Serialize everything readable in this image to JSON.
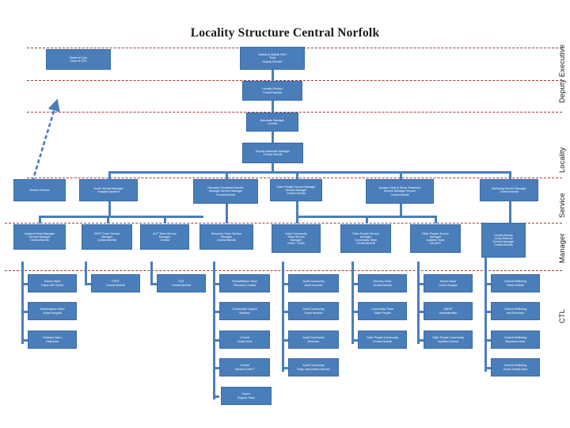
{
  "title": "Locality Structure Central Norfolk",
  "colors": {
    "box_fill": "#4a7ebb",
    "box_border": "#3a6ba5",
    "box_text": "#ffffff",
    "divider": "#a33c3c",
    "connector": "#4a7ebb",
    "title_text": "#1a1a1a",
    "background": "#ffffff"
  },
  "row_labels": [
    {
      "id": "deputy-executive",
      "label": "Deputy Executive"
    },
    {
      "id": "locality",
      "label": "Locality"
    },
    {
      "id": "service",
      "label": "Service"
    },
    {
      "id": "manager",
      "label": "Manager"
    },
    {
      "id": "ctl",
      "label": "CTL"
    }
  ],
  "boxes": {
    "model_of_care": {
      "label": "Model of Care\nHead of CDS"
    },
    "norfolk_suffolk": {
      "label": "Norfolk & Suffolk NHS\nTrust\nDeputy Director"
    },
    "locality_director": {
      "label": "Locality Director\nCentral Norfolk"
    },
    "associate_manager": {
      "label": "Associate Manager\nCentral"
    },
    "deputy_associate_manager": {
      "label": "Deputy Associate Manager\nCentral Norfolk"
    },
    "service_director": {
      "label": "Service Director"
    },
    "acute_service_manager": {
      "label": "Acute Service Manager\nHospital Inpatient"
    },
    "recovery_community": {
      "label": "Recovery Treatment Service\nManager Service Manager\nCentral Norfolk"
    },
    "older_people_service": {
      "label": "Older People Service Manager\nService Manager\nCentral Norfolk"
    },
    "access_assessment": {
      "label": "Access Crisis & Home Treatment\nService Manager Service\nCentral Norfolk"
    },
    "wellbeing_service": {
      "label": "Wellbeing Service Manager\nCentral Norfolk"
    },
    "managers": [
      {
        "label": "Inpatient Ward Manager\nService Manager\nCentral Norfolk"
      },
      {
        "label": "CRHT Team Service\nManager\nCentral Norfolk"
      },
      {
        "label": "AOT Team Service\nManager\nCentral"
      },
      {
        "label": "Recovery Team Service\nManager\nCentral Norfolk"
      },
      {
        "label": "Adult Community\nTeam Service\nManager\nNorth / South"
      },
      {
        "label": "Older People Service\nManager\nCommunity Team\nCentral Norfolk"
      },
      {
        "label": "Older People Service\nManager\nInpatient Team\nVACANT"
      },
      {
        "label": "Central Access\nCrisis Referral\nService Manager\nCentral Norfolk"
      }
    ],
    "ctl_columns": [
      {
        "column": 1,
        "items": [
          {
            "label": "Glaven Ward\nCatton Mill Centre"
          },
          {
            "label": "Sandringham Ward\nJulian Hospital"
          },
          {
            "label": "Rollesby Ward\nHellesdon"
          }
        ]
      },
      {
        "column": 2,
        "items": [
          {
            "label": "CRHT\nCentral Norfolk"
          }
        ]
      },
      {
        "column": 3,
        "items": [
          {
            "label": "AOT\nCentral Norfolk"
          }
        ]
      },
      {
        "column": 4,
        "items": [
          {
            "label": "Rehabilitation Team\nRecovery Central"
          },
          {
            "label": "Community Support\nWorkers"
          },
          {
            "label": "Central\nSocial Work"
          },
          {
            "label": "Central\nNorwich CMHT"
          },
          {
            "label": "Carers\nSupport Team"
          }
        ]
      },
      {
        "column": 5,
        "items": [
          {
            "label": "Adult Community\nNorth Norwich"
          },
          {
            "label": "Adult Community\nSouth Norwich"
          },
          {
            "label": "Adult Community\nDereham"
          },
          {
            "label": "Adult Community\nEarly Intervention Service"
          }
        ]
      },
      {
        "column": 6,
        "items": [
          {
            "label": "Memory Clinic\nCentral Norfolk"
          },
          {
            "label": "Community Team\nOlder People"
          },
          {
            "label": "Older People Community\nCentral Norfolk"
          }
        ]
      },
      {
        "column": 7,
        "items": [
          {
            "label": "Beech Ward\nJulian Hospital"
          },
          {
            "label": "AMHP\nAdministration"
          },
          {
            "label": "Older People Community\nInpatient Central"
          }
        ]
      },
      {
        "column": 8,
        "items": [
          {
            "label": "Central Wellbeing\nNorth Norfolk"
          },
          {
            "label": "Central Wellbeing\nand Recovery"
          },
          {
            "label": "Central Wellbeing\nBroadland Area"
          },
          {
            "label": "Central Wellbeing\nSouth Norfolk Area"
          }
        ]
      }
    ]
  }
}
